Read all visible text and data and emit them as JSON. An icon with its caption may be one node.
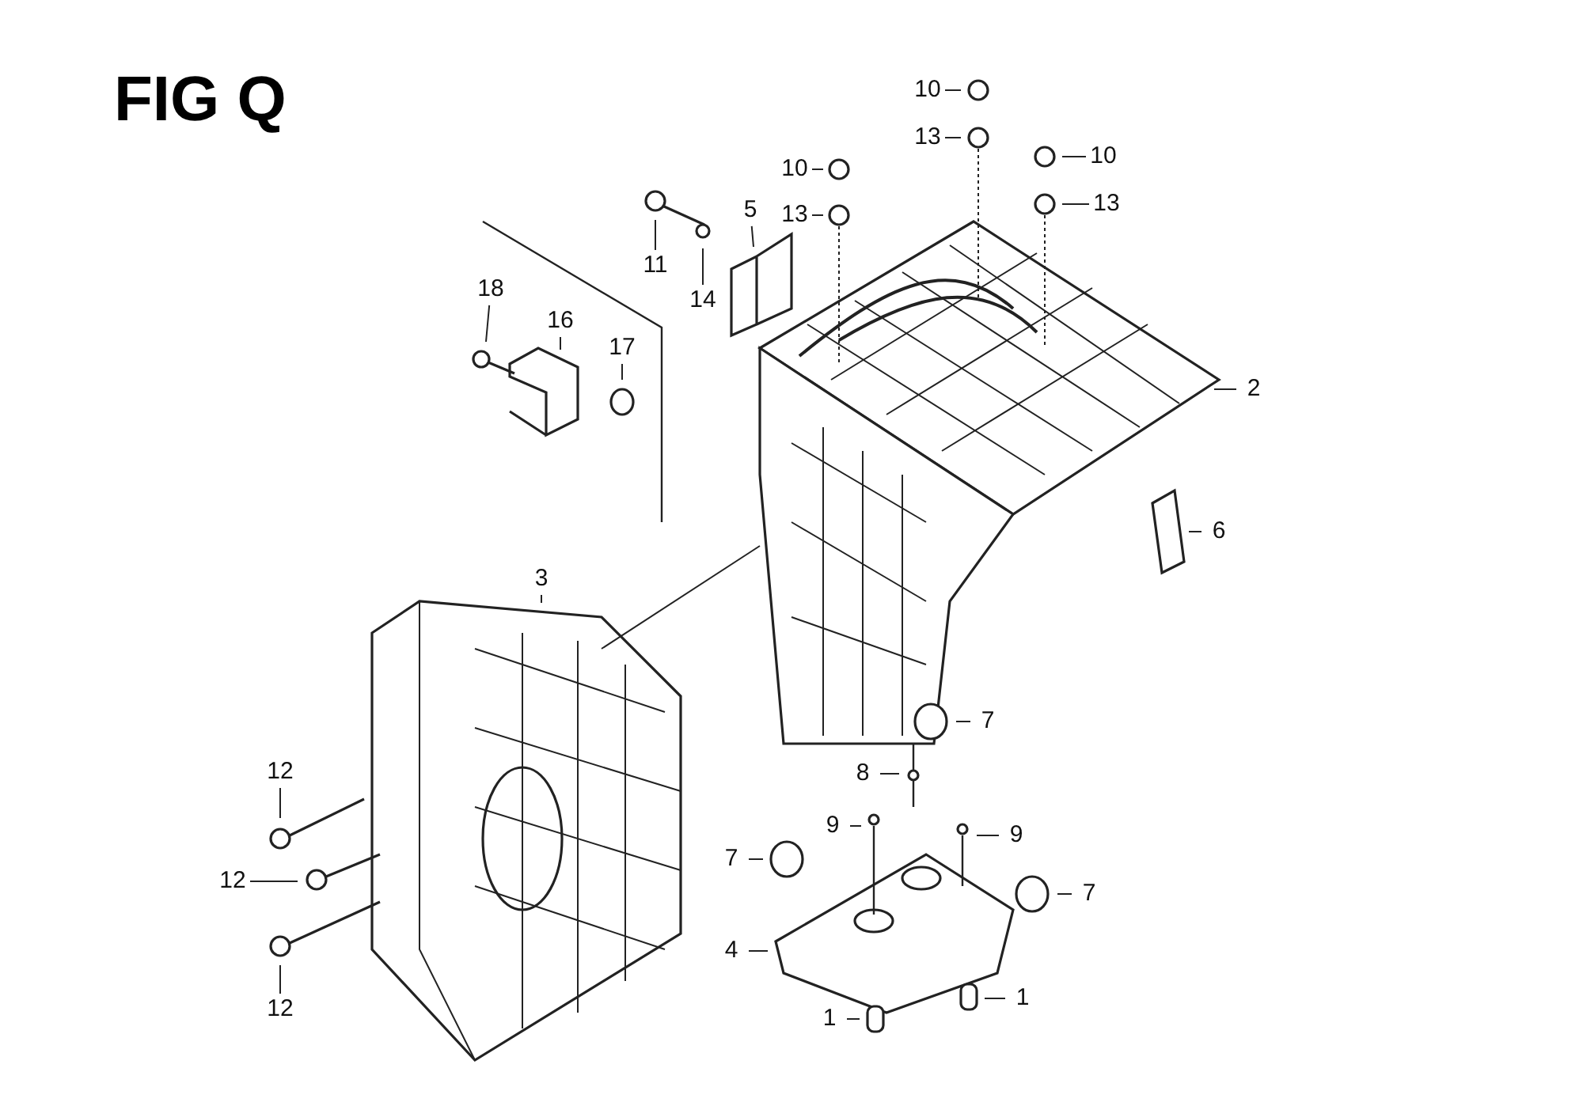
{
  "diagram": {
    "title": "FIG Q",
    "nodes": [
      {
        "text": [
          "10"
        ]
      },
      {
        "text": [
          "13"
        ]
      },
      {
        "text": [
          "10"
        ]
      },
      {
        "text": [
          "13"
        ]
      },
      {
        "text": [
          "10"
        ]
      },
      {
        "text": [
          "13"
        ]
      },
      {
        "text": [
          "11"
        ]
      },
      {
        "text": [
          "5"
        ]
      },
      {
        "text": [
          "14"
        ]
      },
      {
        "text": [
          "18"
        ]
      },
      {
        "text": [
          "16"
        ]
      },
      {
        "text": [
          "17"
        ]
      },
      {
        "text": [
          "2"
        ]
      },
      {
        "text": [
          "6"
        ]
      },
      {
        "text": [
          "3"
        ]
      },
      {
        "text": [
          "7"
        ]
      },
      {
        "text": [
          "8"
        ]
      },
      {
        "text": [
          "9"
        ]
      },
      {
        "text": [
          "9"
        ]
      },
      {
        "text": [
          "7"
        ]
      },
      {
        "text": [
          "7"
        ]
      },
      {
        "text": [
          "12"
        ]
      },
      {
        "text": [
          "12"
        ]
      },
      {
        "text": [
          "12"
        ]
      },
      {
        "text": [
          "4"
        ]
      },
      {
        "text": [
          "1"
        ]
      },
      {
        "text": [
          "1"
        ]
      }
    ],
    "edges": [
      {
        "from": 0,
        "to": null,
        "arrow": "none"
      },
      {
        "from": 1,
        "to": null,
        "arrow": "none"
      },
      {
        "from": 2,
        "to": null,
        "arrow": "none"
      },
      {
        "from": 3,
        "to": null,
        "arrow": "none"
      },
      {
        "from": 4,
        "to": null,
        "arrow": "none"
      },
      {
        "from": 5,
        "to": null,
        "arrow": "none"
      },
      {
        "from": 6,
        "to": null,
        "arrow": "none"
      },
      {
        "from": 7,
        "to": null,
        "arrow": "none"
      },
      {
        "from": 8,
        "to": null,
        "arrow": "none"
      },
      {
        "from": 9,
        "to": null,
        "arrow": "none"
      },
      {
        "from": 10,
        "to": null,
        "arrow": "none"
      },
      {
        "from": 11,
        "to": null,
        "arrow": "none"
      },
      {
        "from": 12,
        "to": null,
        "arrow": "none"
      },
      {
        "from": 13,
        "to": null,
        "arrow": "none"
      },
      {
        "from": 14,
        "to": null,
        "arrow": "none"
      },
      {
        "from": 15,
        "to": null,
        "arrow": "none"
      },
      {
        "from": 16,
        "to": null,
        "arrow": "none"
      },
      {
        "from": 17,
        "to": null,
        "arrow": "none"
      },
      {
        "from": 18,
        "to": null,
        "arrow": "none"
      },
      {
        "from": 19,
        "to": null,
        "arrow": "none"
      },
      {
        "from": 20,
        "to": null,
        "arrow": "none"
      },
      {
        "from": 21,
        "to": null,
        "arrow": "none"
      },
      {
        "from": 22,
        "to": null,
        "arrow": "none"
      },
      {
        "from": 23,
        "to": null,
        "arrow": "none"
      },
      {
        "from": 24,
        "to": null,
        "arrow": "none"
      },
      {
        "from": 25,
        "to": null,
        "arrow": "none"
      },
      {
        "from": 26,
        "to": null,
        "arrow": "none"
      }
    ]
  }
}
